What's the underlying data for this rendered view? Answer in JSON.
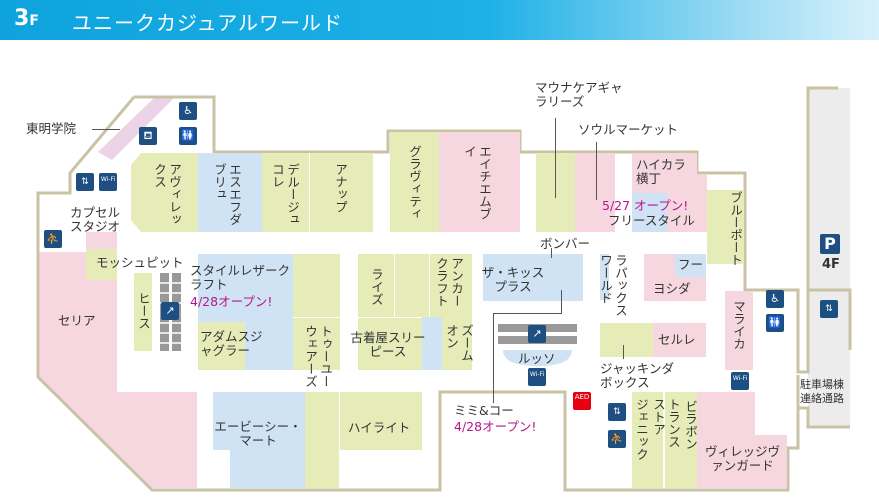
{
  "header": {
    "floor": "3",
    "floor_suffix": "F",
    "title": "ユニークカジュアルワールド"
  },
  "colors": {
    "green": "#e6ecb8",
    "pink": "#f6d7e0",
    "blue": "#cfe3f5",
    "wall": "#c9c3a6",
    "accent": "#b5168a",
    "icon": "#1d4f82"
  },
  "labels": {
    "tomei": "東明学院",
    "avirex": "アヴィレックス",
    "sfw": "エスエフダブリュ",
    "deluge": "デルージュコレ",
    "anap": "アナップ",
    "gravity": "グラヴィティ",
    "hm": "エイチエムブイ",
    "maunakea": "マウナケアギャラリーズ",
    "soul": "ソウルマーケット",
    "haikara": "ハイカラ横丁",
    "open527": "5/27 オープン!",
    "freestyle": "フリースタイル",
    "blueport": "ブルーポート",
    "capsule": "カプセルスタジオ",
    "mosh": "モッシュピット",
    "heath": "ヒース",
    "seria": "セリア",
    "stylish": "スタイルレザークラフト",
    "open428a": "4/28オープン!",
    "adams": "アダムスジャグラー",
    "toyou": "トゥーユーウェアーズ",
    "rise": "ライズ",
    "anchor": "アンカークラフト",
    "furugi": "古着屋スリーピース",
    "zoom": "ズームオン",
    "bomber": "ボンバー",
    "kiss": "ザ・キッスプラス",
    "lapax": "ラパックスワールド",
    "fu": "フー",
    "yoshida": "ヨシダ",
    "malaika": "マライカ",
    "russo": "ルッソ",
    "serure": "セルレ",
    "jackinda": "ジャッキンダボックス",
    "abc": "エービーシー・マート",
    "highlight": "ハイライト",
    "mimi": "ミミ&コー",
    "open428b": "4/28オープン!",
    "genic": "ジェニック",
    "transstore": "トランスストア",
    "billabong": "ビラボン",
    "village": "ヴィレッジヴァンガード",
    "parking_floor": "4F",
    "connector": "駐車場棟連絡通路"
  },
  "icons": {
    "p": "P",
    "wifi": "Wi-Fi",
    "aed": "AED"
  }
}
